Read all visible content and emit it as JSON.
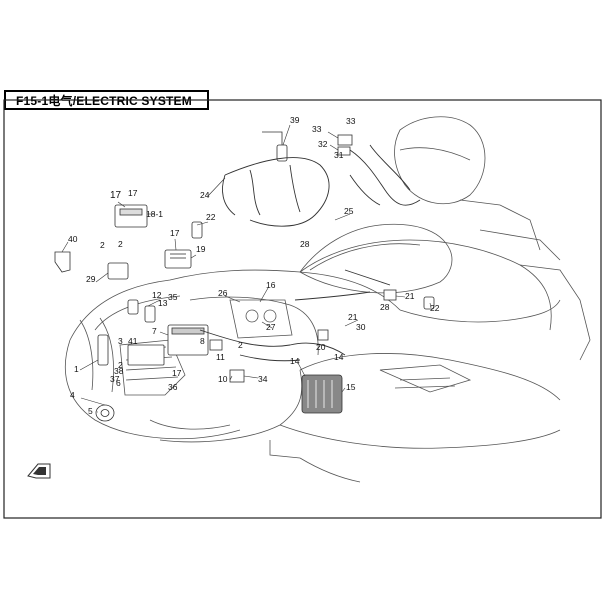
{
  "title": "F15-1电气/ELECTRIC SYSTEM",
  "callouts": [
    {
      "id": "c39",
      "label": "39"
    },
    {
      "id": "c33a",
      "label": "33"
    },
    {
      "id": "c33b",
      "label": "33"
    },
    {
      "id": "c32",
      "label": "32"
    },
    {
      "id": "c31",
      "label": "31"
    },
    {
      "id": "c17a",
      "label": "17"
    },
    {
      "id": "c17b",
      "label": "17"
    },
    {
      "id": "c18",
      "label": "18-1"
    },
    {
      "id": "c24",
      "label": "24"
    },
    {
      "id": "c22a",
      "label": "22"
    },
    {
      "id": "c17c",
      "label": "17"
    },
    {
      "id": "c19",
      "label": "19"
    },
    {
      "id": "c25",
      "label": "25"
    },
    {
      "id": "c28a",
      "label": "28"
    },
    {
      "id": "c40",
      "label": "40"
    },
    {
      "id": "c2a",
      "label": "2"
    },
    {
      "id": "c2b",
      "label": "2"
    },
    {
      "id": "c29",
      "label": "29"
    },
    {
      "id": "c26",
      "label": "26"
    },
    {
      "id": "c16",
      "label": "16"
    },
    {
      "id": "c12",
      "label": "12"
    },
    {
      "id": "c13",
      "label": "13"
    },
    {
      "id": "c35",
      "label": "35"
    },
    {
      "id": "c27",
      "label": "27"
    },
    {
      "id": "c30",
      "label": "30"
    },
    {
      "id": "c21a",
      "label": "21"
    },
    {
      "id": "c28b",
      "label": "28"
    },
    {
      "id": "c21b",
      "label": "21"
    },
    {
      "id": "c22b",
      "label": "22"
    },
    {
      "id": "c7",
      "label": "7"
    },
    {
      "id": "c3",
      "label": "3"
    },
    {
      "id": "c41",
      "label": "41"
    },
    {
      "id": "c8",
      "label": "8"
    },
    {
      "id": "c11",
      "label": "11"
    },
    {
      "id": "c2c",
      "label": "2"
    },
    {
      "id": "c20",
      "label": "20"
    },
    {
      "id": "c14a",
      "label": "14"
    },
    {
      "id": "c1",
      "label": "1"
    },
    {
      "id": "c2d",
      "label": "2"
    },
    {
      "id": "c38",
      "label": "38"
    },
    {
      "id": "c37",
      "label": "37"
    },
    {
      "id": "c6",
      "label": "6"
    },
    {
      "id": "c17d",
      "label": "17"
    },
    {
      "id": "c36",
      "label": "36"
    },
    {
      "id": "c10",
      "label": "10"
    },
    {
      "id": "c34",
      "label": "34"
    },
    {
      "id": "c14b",
      "label": "14"
    },
    {
      "id": "c15",
      "label": "15"
    },
    {
      "id": "c4",
      "label": "4"
    },
    {
      "id": "c5",
      "label": "5"
    }
  ],
  "colors": {
    "line": "#333333",
    "ink": "#111111",
    "frame": "#222222"
  },
  "icons": {
    "corner-logo": "brand-logo-icon"
  }
}
